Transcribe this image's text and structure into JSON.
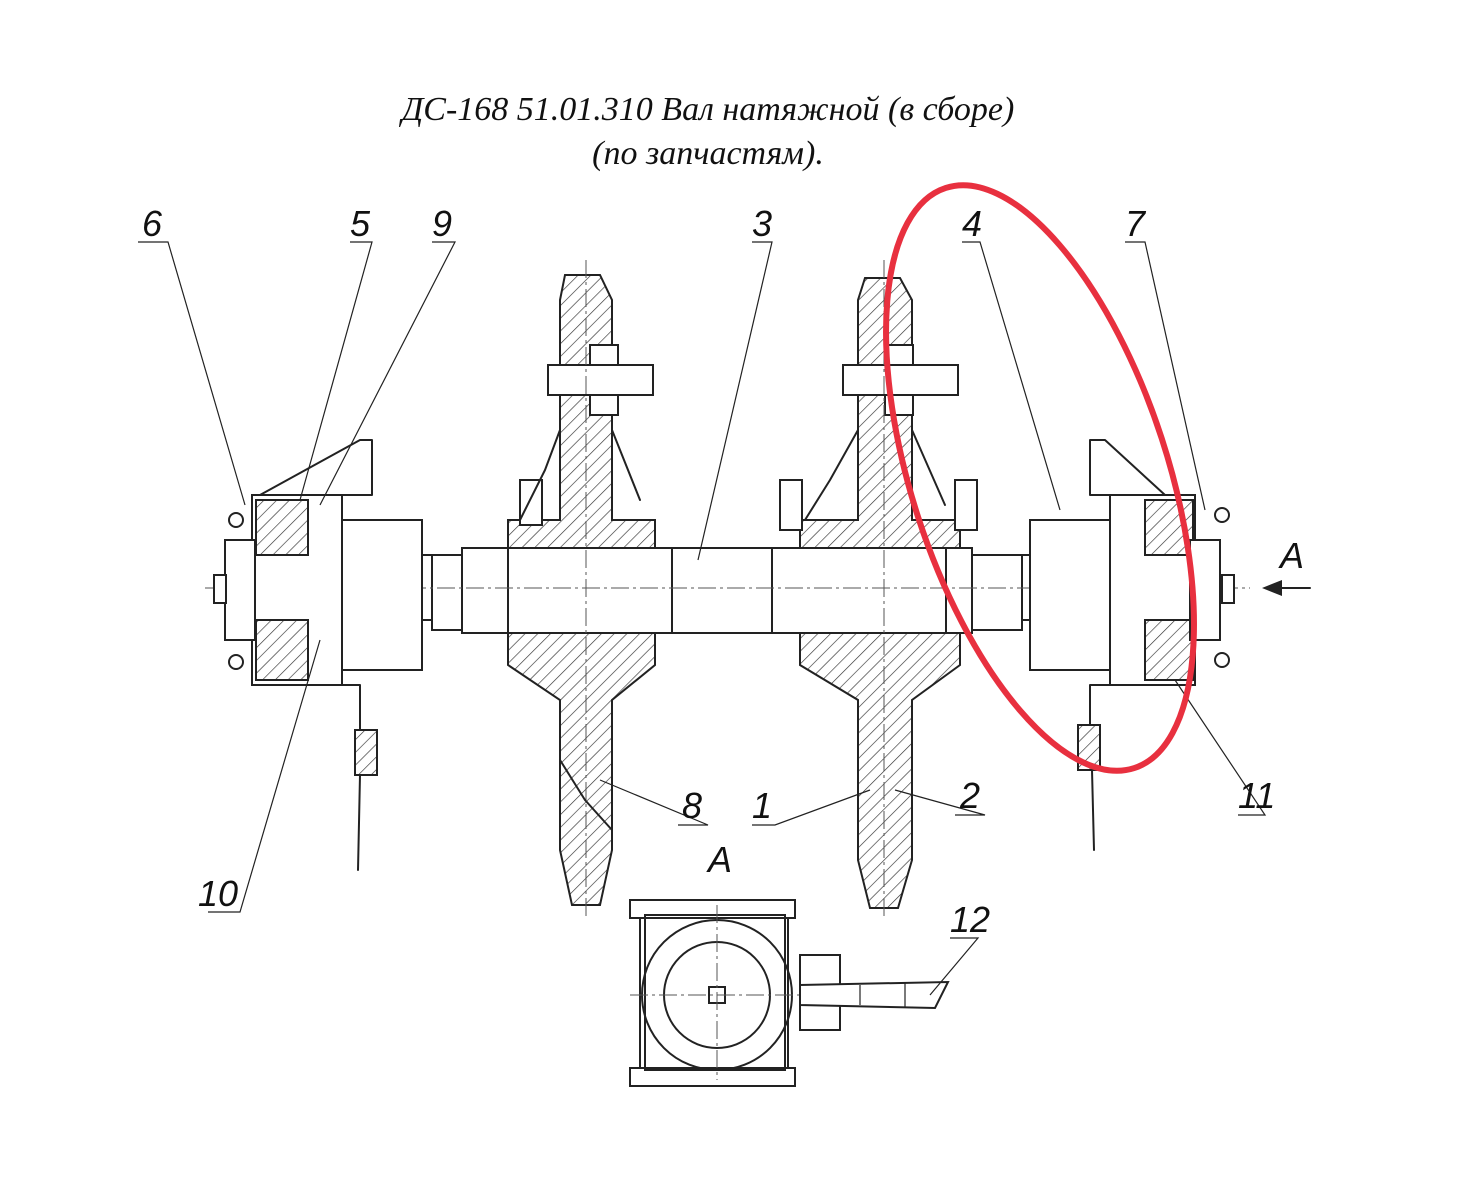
{
  "title": {
    "line1": "ДС-168 51.01.310 Вал натяжной (в сборе)",
    "line2": "(по запчастям)."
  },
  "callouts": {
    "c1": "1",
    "c2": "2",
    "c3": "3",
    "c4": "4",
    "c5": "5",
    "c6": "6",
    "c7": "7",
    "c8": "8",
    "c9": "9",
    "c10": "10",
    "c11": "11",
    "c12": "12"
  },
  "view": {
    "arrow_label": "A",
    "section_label": "A"
  },
  "highlight": {
    "color": "#e8303f"
  },
  "colors": {
    "ink": "#222222",
    "background": "#ffffff"
  }
}
